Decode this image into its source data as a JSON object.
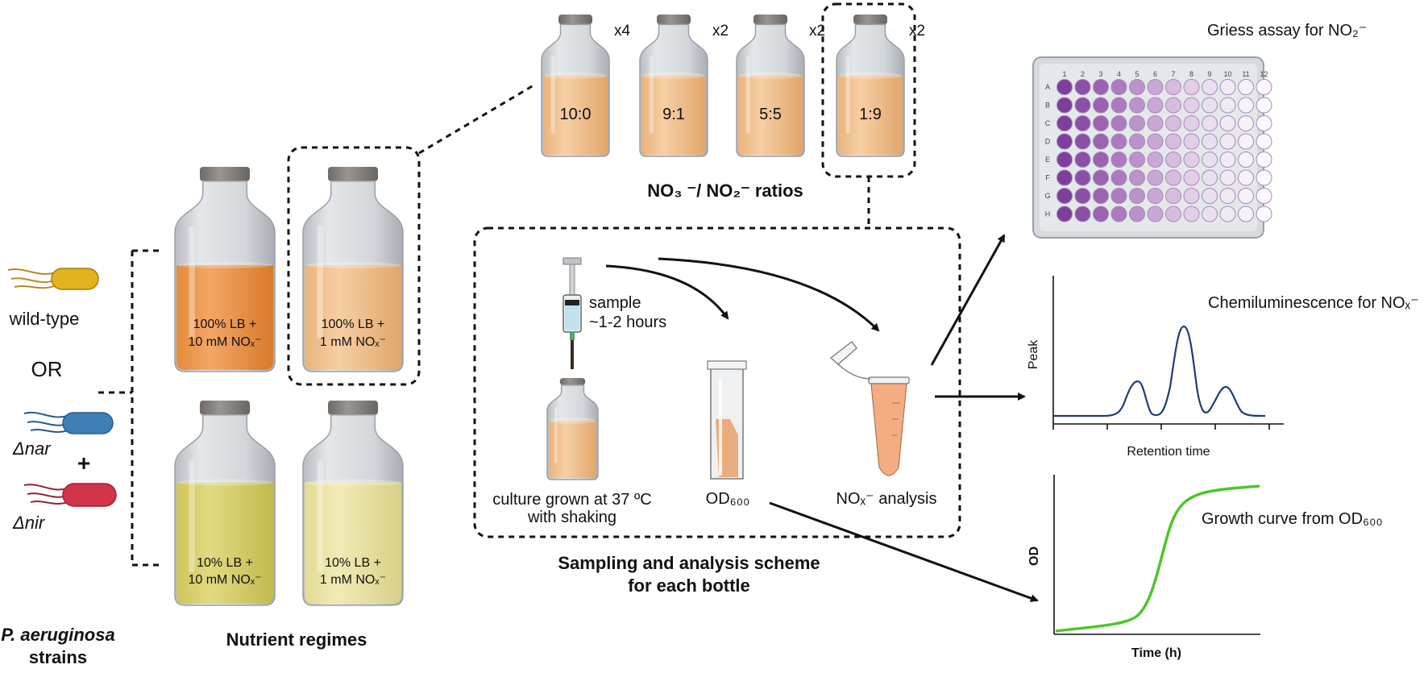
{
  "strains": {
    "wild_type": "wild-type",
    "or": "OR",
    "nar": "Δnar",
    "plus": "+",
    "nir": "Δnir",
    "title_line1": "P. aeruginosa",
    "title_line2": "strains"
  },
  "nutrient": {
    "bottles": [
      {
        "line1": "100% LB +",
        "line2": "10 mM NOₓ⁻"
      },
      {
        "line1": "100% LB +",
        "line2": "1 mM NOₓ⁻"
      },
      {
        "line1": "10% LB +",
        "line2": "10 mM NOₓ⁻"
      },
      {
        "line1": "10% LB +",
        "line2": "1 mM NOₓ⁻"
      }
    ],
    "title": "Nutrient regimes"
  },
  "ratios": {
    "bottles": [
      {
        "label": "10:0",
        "count": "x4"
      },
      {
        "label": "9:1",
        "count": "x2"
      },
      {
        "label": "5:5",
        "count": "x2"
      },
      {
        "label": "1:9",
        "count": "x2"
      }
    ],
    "title": "NO₃ ⁻/ NO₂⁻ ratios"
  },
  "sampling": {
    "sample_line1": "sample",
    "sample_line2": "~1-2 hours",
    "culture_line1": "culture grown at 37 ºC",
    "culture_line2": "with shaking",
    "od_label": "OD₆₀₀",
    "nox_label": "NOₓ⁻ analysis",
    "title_line1": "Sampling and analysis scheme",
    "title_line2": "for each bottle"
  },
  "griess": {
    "title": "Griess assay for NO₂⁻",
    "cols": [
      "1",
      "2",
      "3",
      "4",
      "5",
      "6",
      "7",
      "8",
      "9",
      "10",
      "11",
      "12"
    ],
    "rows": [
      "A",
      "B",
      "C",
      "D",
      "E",
      "F",
      "G",
      "H"
    ]
  },
  "chemi": {
    "title": "Chemiluminescence for NOₓ⁻",
    "ylabel": "Peak",
    "xlabel": "Retention time"
  },
  "growth": {
    "title": "Growth curve from OD₆₀₀",
    "ylabel": "OD",
    "xlabel": "Time (h)"
  },
  "colors": {
    "orange_dark": "#ee9a4e",
    "orange_light": "#f2c18e",
    "yellow_dark": "#d7cf6a",
    "yellow_light": "#e9e3a0",
    "glass": "#c9cdd2",
    "cap": "#8f8a86",
    "well_dark": "#8a4fa6",
    "well_light": "#f4eef6",
    "chem_line": "#1f3a7a",
    "growth_line": "#4fc52b",
    "cell_wt": "#e3b21f",
    "cell_nar": "#3f7fb5",
    "cell_nir": "#d2344a"
  }
}
